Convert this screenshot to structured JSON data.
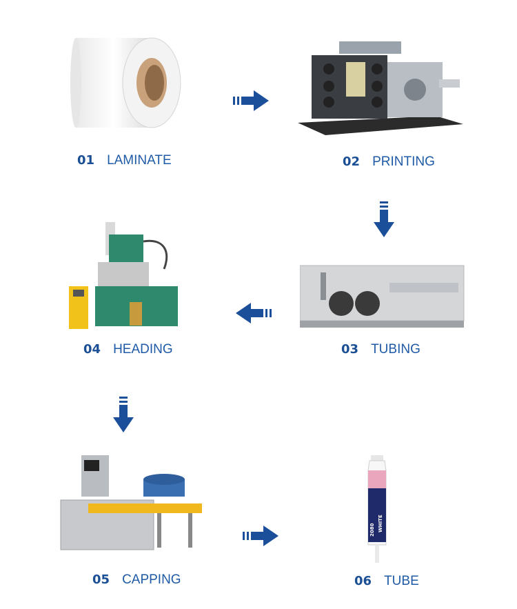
{
  "steps": [
    {
      "num": "01",
      "label": "LAMINATE"
    },
    {
      "num": "02",
      "label": "PRINTING"
    },
    {
      "num": "03",
      "label": "TUBING"
    },
    {
      "num": "04",
      "label": "HEADING"
    },
    {
      "num": "05",
      "label": "CAPPING"
    },
    {
      "num": "06",
      "label": "TUBE"
    }
  ],
  "product_brand": "2080",
  "product_name": "WHITE",
  "colors": {
    "arrow": "#1c4f99",
    "accent": "#1a4f95"
  }
}
